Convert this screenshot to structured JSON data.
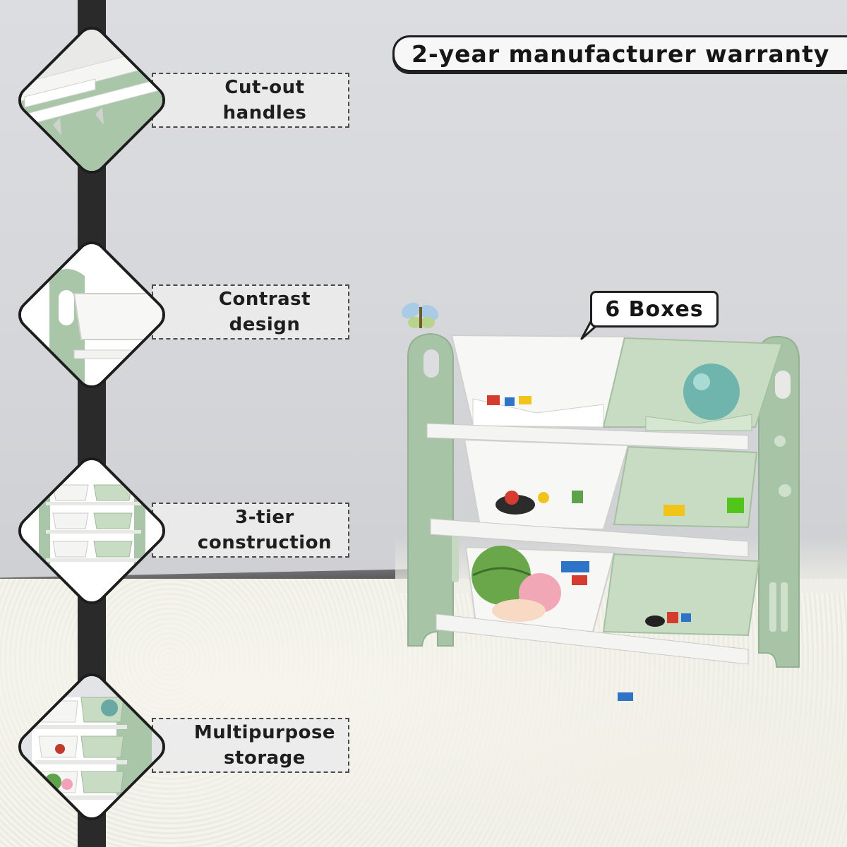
{
  "warranty": {
    "text": "2-year manufacturer warranty"
  },
  "bubble": {
    "text": "6 Boxes"
  },
  "features": [
    {
      "label_line1": "Cut-out",
      "label_line2": "handles"
    },
    {
      "label_line1": "Contrast",
      "label_line2": "design"
    },
    {
      "label_line1": "3-tier",
      "label_line2": "construction"
    },
    {
      "label_line1": "Multipurpose",
      "label_line2": "storage"
    }
  ],
  "colors": {
    "frame_green": "#a8c4a6",
    "bin_green": "#c8dcc3",
    "bin_white": "#f6f6f4",
    "timeline": "#2a2a2a",
    "outline": "#1d1d1d"
  }
}
